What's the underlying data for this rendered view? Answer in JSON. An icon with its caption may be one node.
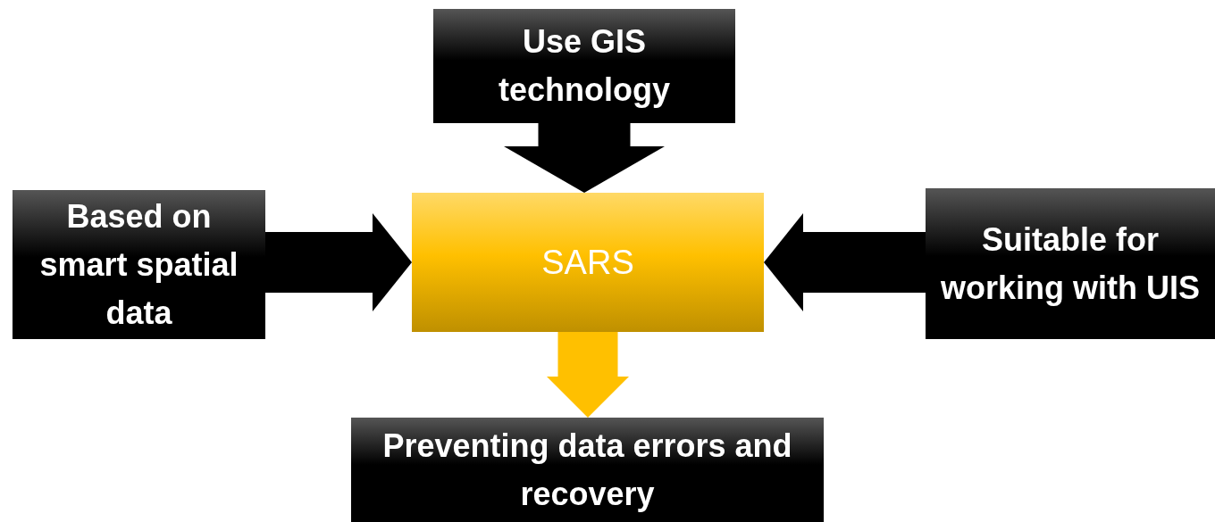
{
  "diagram": {
    "nodes": [
      {
        "text": [
          "Use GIS technology"
        ]
      },
      {
        "text": [
          "Based on smart spatial data"
        ]
      },
      {
        "text": [
          "SARS"
        ]
      },
      {
        "text": [
          "Suitable for working with UIS"
        ]
      },
      {
        "text": [
          "Preventing data errors and recovery"
        ]
      }
    ],
    "edges": [
      {
        "from": 0,
        "to": 2,
        "arrow": "to"
      },
      {
        "from": 1,
        "to": 2,
        "arrow": "to"
      },
      {
        "from": 3,
        "to": 2,
        "arrow": "to"
      },
      {
        "from": 2,
        "to": 4,
        "arrow": "to",
        "color": "#ffc000"
      }
    ]
  }
}
